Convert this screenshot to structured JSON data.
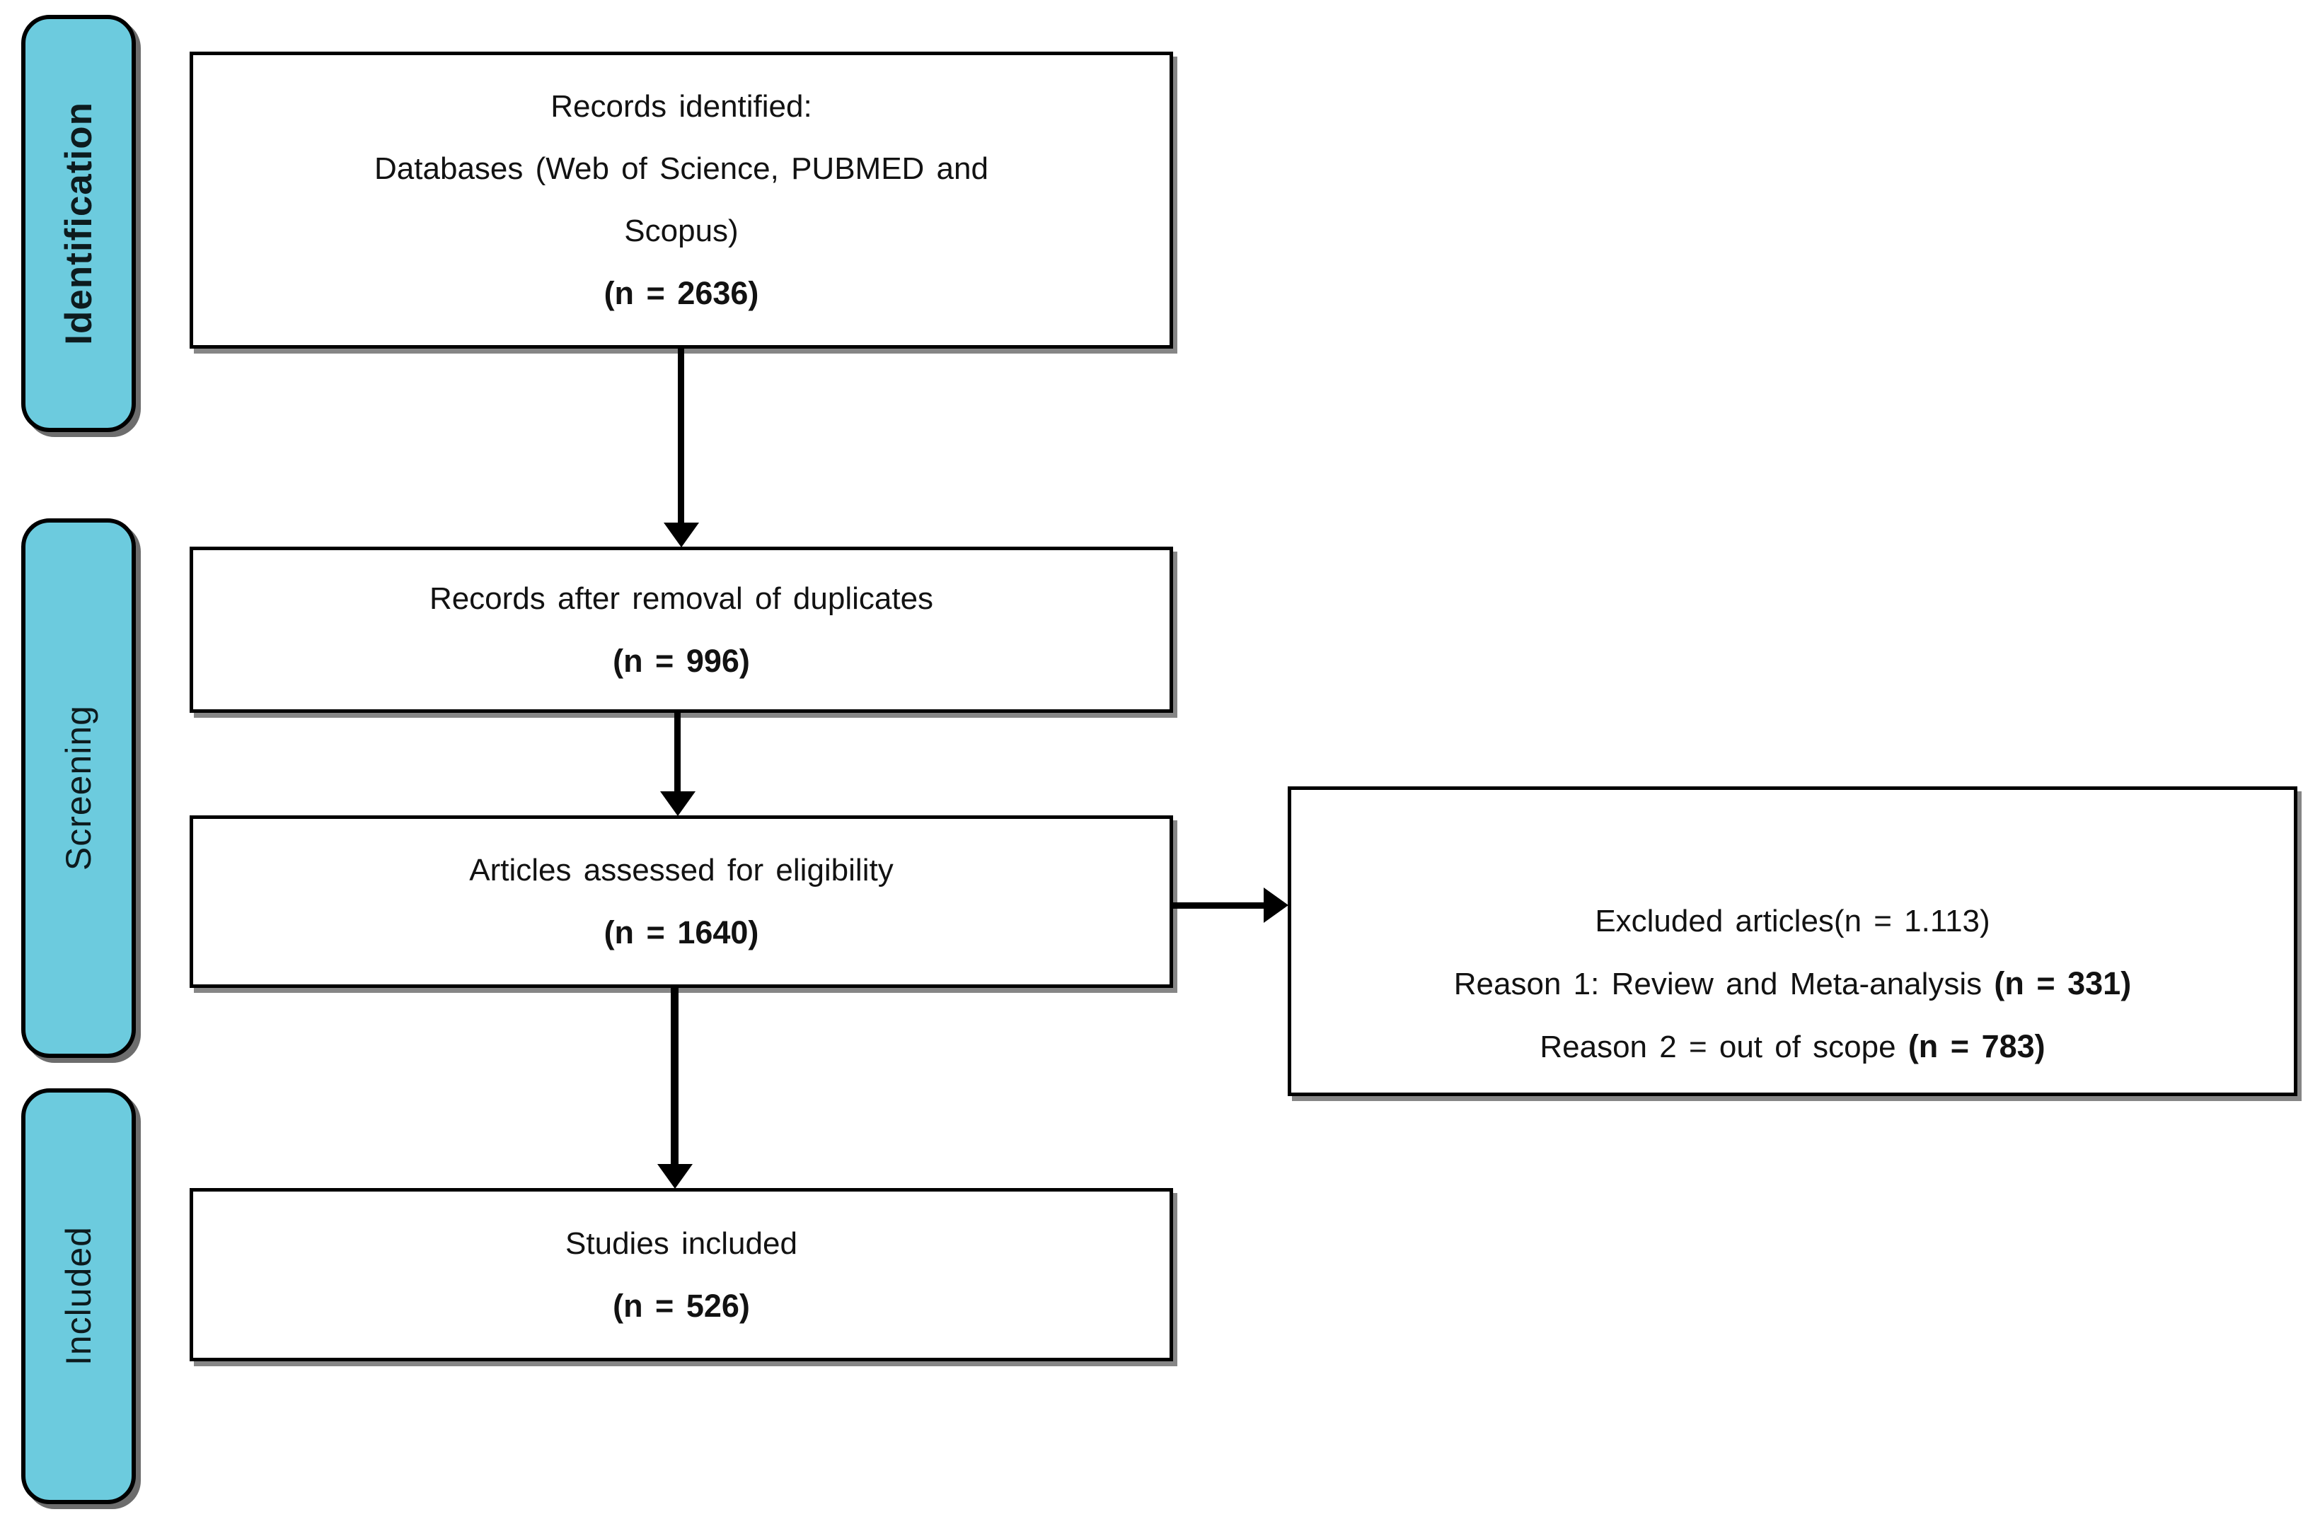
{
  "colors": {
    "stage_fill": "#6CCBDE",
    "border": "#000000",
    "shadow": "#525252",
    "background": "#FFFFFF"
  },
  "stages": [
    {
      "label": "Identification"
    },
    {
      "label": "Screening"
    },
    {
      "label": "Included"
    }
  ],
  "boxes": {
    "records_identified": {
      "line1": "Records identified:",
      "line2": "Databases (Web of Science, PUBMED and",
      "line3": "Scopus)",
      "count": "(n = 2636)"
    },
    "duplicates_removed": {
      "line1": "Records after removal of duplicates",
      "count": "(n = 996)"
    },
    "eligibility": {
      "line1": "Articles assessed for eligibility",
      "count": "(n = 1640)"
    },
    "excluded": {
      "line1": "Excluded articles(n = 1.113)",
      "reason1_text": "Reason 1: Review and Meta-analysis ",
      "reason1_count": "(n = 331)",
      "reason2_text": "Reason 2 = out of scope ",
      "reason2_count": "(n = 783)"
    },
    "studies_included": {
      "line1": "Studies included",
      "count": "(n = 526)"
    }
  }
}
